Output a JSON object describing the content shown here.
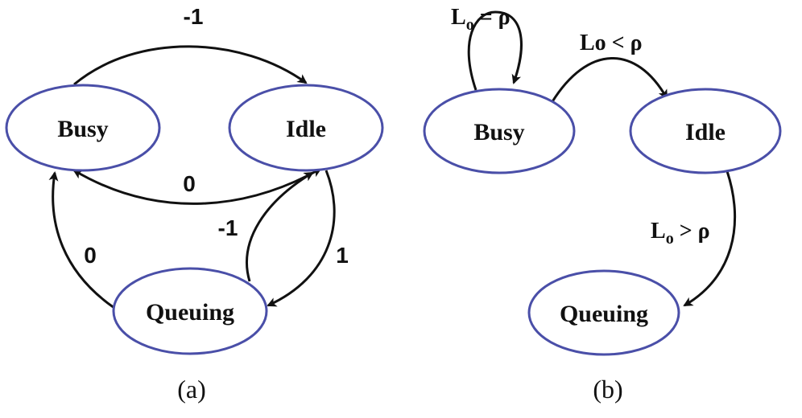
{
  "colors": {
    "node_border": "#4a4fa8",
    "edge": "#111111"
  },
  "panels": [
    {
      "caption": "(a)",
      "nodes": {
        "busy": "Busy",
        "idle": "Idle",
        "queuing": "Queuing"
      },
      "edges": {
        "busy_to_idle": "-1",
        "idle_to_busy": "0",
        "queuing_to_idle": "-1",
        "queuing_to_busy": "0",
        "idle_to_queuing": "1"
      }
    },
    {
      "caption": "(b)",
      "nodes": {
        "busy": "Busy",
        "idle": "Idle",
        "queuing": "Queuing"
      },
      "edges": {
        "busy_self": {
          "main": "L",
          "sub": "o",
          "rest": " = ρ"
        },
        "busy_to_idle": "Lo < ρ",
        "idle_to_queuing": {
          "main": "L",
          "sub": "o",
          "rest": " > ρ"
        }
      }
    }
  ]
}
